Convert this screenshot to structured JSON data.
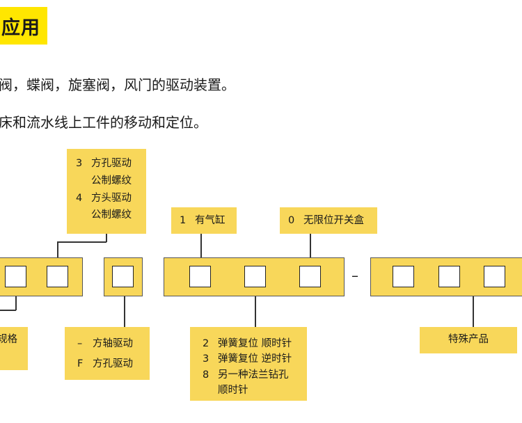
{
  "header": {
    "title": "应用"
  },
  "body_lines": [
    "球阀，蝶阀，旋塞阀，风门的驱动装置。",
    "机床和流水线上工件的移动和定位。"
  ],
  "notes": {
    "drive_top": {
      "rows": [
        {
          "code": "3",
          "text": "方孔驱动"
        },
        {
          "code": "",
          "text": "公制螺纹"
        },
        {
          "code": "4",
          "text": "方头驱动"
        },
        {
          "code": "",
          "text": "公制螺纹"
        }
      ]
    },
    "cylinder": {
      "code": "1",
      "text": "有气缸"
    },
    "switchbox": {
      "code": "0",
      "text": "无限位开关盒"
    },
    "size_partial": {
      "line1": "规格",
      "line2": ""
    },
    "shaft": {
      "rows": [
        {
          "code": "–",
          "text": "方轴驱动"
        },
        {
          "code": "F",
          "text": "方孔驱动"
        }
      ]
    },
    "spring": {
      "rows": [
        {
          "code": "2",
          "text": "弹簧复位  顺时针"
        },
        {
          "code": "3",
          "text": "弹簧复位  逆时针"
        },
        {
          "code": "8",
          "text": "另一种法兰钻孔"
        },
        {
          "code": "",
          "text": "顺时针"
        }
      ]
    },
    "special": {
      "text": "特殊产品"
    }
  },
  "separator": "–",
  "colors": {
    "accent": "#FFE600",
    "box_fill": "#F8D75A",
    "line": "#333333"
  }
}
